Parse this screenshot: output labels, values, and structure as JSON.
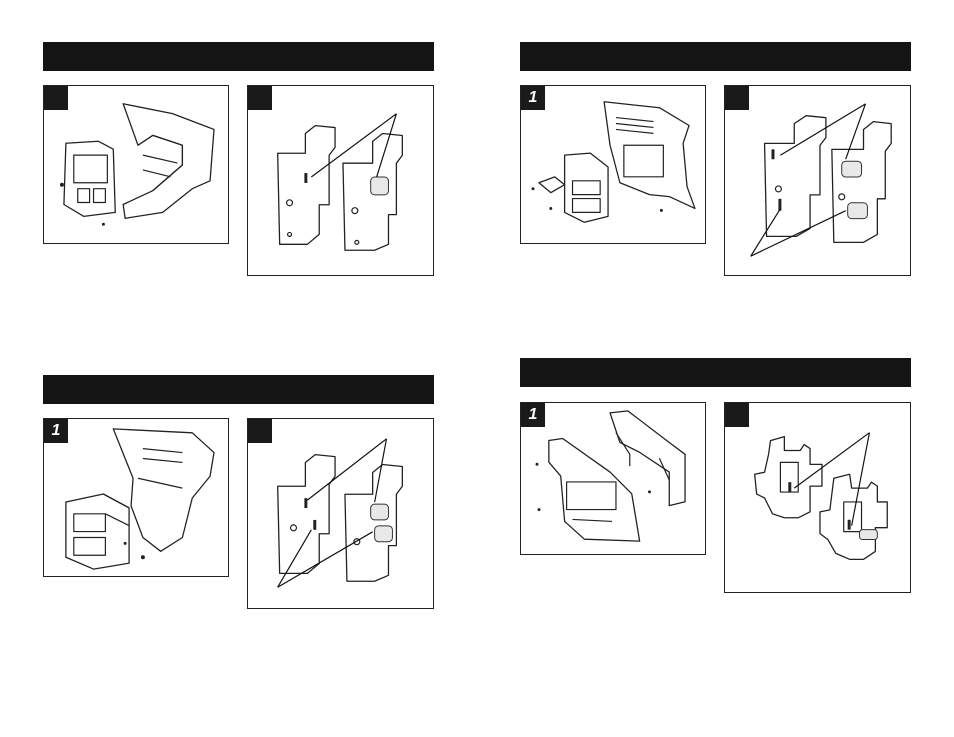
{
  "panels": {
    "p1": {
      "badge": ""
    },
    "p2": {
      "badge": ""
    },
    "p3": {
      "badge": "1"
    },
    "p4": {
      "badge": ""
    },
    "p5": {
      "badge": "1"
    },
    "p6": {
      "badge": ""
    },
    "p7": {
      "badge": "1"
    },
    "p8": {
      "badge": ""
    }
  }
}
